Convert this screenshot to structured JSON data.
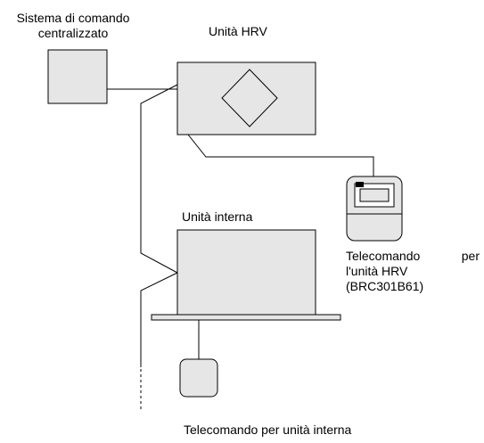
{
  "labels": {
    "central_control_line1": "Sistema di comando",
    "central_control_line2": "centralizzato",
    "hrv_unit": "Unità HRV",
    "indoor_unit": "Unità interna",
    "hrv_remote_line1_word1": "Telecomando",
    "hrv_remote_line1_word2": "per",
    "hrv_remote_line2": "l'unità HRV",
    "hrv_remote_line3": "(BRC301B61)",
    "indoor_remote": "Telecomando per unità interna"
  },
  "colors": {
    "box_fill": "#e6e6e6",
    "stroke": "#000000",
    "remote_fill": "#e6e6e6",
    "remote_accent": "#000000"
  }
}
